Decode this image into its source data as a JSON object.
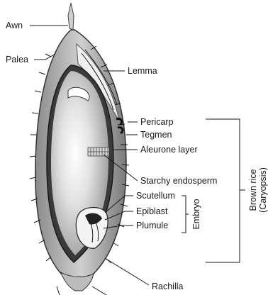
{
  "labels": {
    "awn": "Awn",
    "palea": "Palea",
    "lemma": "Lemma",
    "pericarp": "Pericarp",
    "tegmen": "Tegmen",
    "aleurone": "Aleurone layer",
    "starchy": "Starchy endosperm",
    "scutellum": "Scutellum",
    "epiblast": "Epiblast",
    "plumule": "Plumule",
    "rachilla": "Rachilla"
  },
  "groups": {
    "brown_rice_line1": "Brown rice",
    "brown_rice_line2": "(Caryopsis)",
    "embryo": "Embryo"
  }
}
